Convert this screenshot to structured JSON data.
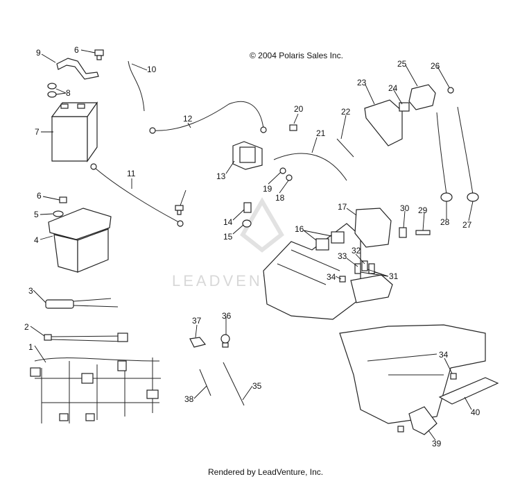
{
  "header": {
    "copyright": "© 2004 Polaris Sales Inc."
  },
  "footer": {
    "rendered_by": "Rendered by LeadVenture, Inc."
  },
  "watermark": {
    "text": "LEADVENTURE"
  },
  "callouts": [
    "1",
    "2",
    "3",
    "4",
    "5",
    "6",
    "6",
    "7",
    "8",
    "9",
    "10",
    "11",
    "12",
    "13",
    "14",
    "15",
    "16",
    "17",
    "18",
    "19",
    "20",
    "21",
    "22",
    "23",
    "24",
    "25",
    "26",
    "27",
    "28",
    "29",
    "30",
    "31",
    "32",
    "33",
    "34",
    "34",
    "35",
    "36",
    "37",
    "38",
    "39",
    "40"
  ]
}
